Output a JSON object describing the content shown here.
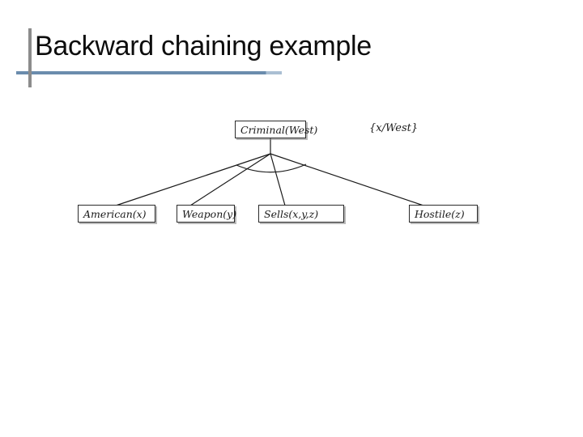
{
  "slide_title": "Backward chaining example",
  "diagram": {
    "root_node": "Criminal(West)",
    "substitution_label": "{x/West}",
    "child_nodes": [
      "American(x)",
      "Weapon(y)",
      "Sells(x,y,z)",
      "Hostile(z)"
    ]
  },
  "colors": {
    "accent_bar_gray": "#8c8c8c",
    "accent_underline_blue": "#6b8cad",
    "diagram_stroke": "#1a1a1a"
  }
}
